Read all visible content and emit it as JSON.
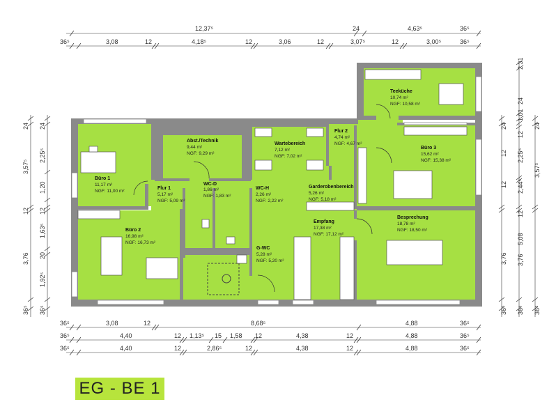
{
  "title": "EG - BE 1",
  "colors": {
    "wall": "#8a8a8a",
    "floor": "#a6e043",
    "dimension": "#333333",
    "title_bg": "#b7e43c"
  },
  "rooms": {
    "teekueche": {
      "name": "Teeküche",
      "area": "10,74 m²",
      "ngf": "NGF: 10,58 m²"
    },
    "flur2": {
      "name": "Flur 2",
      "area": "4,74 m²",
      "ngf": "NGF: 4,67 m²"
    },
    "buero1": {
      "name": "Büro 1",
      "area": "11,17 m²",
      "ngf": "NGF: 11,00 m²"
    },
    "abst": {
      "name": "Abst./Technik",
      "area": "9,44 m²",
      "ngf": "NGF: 9,29 m²"
    },
    "warte": {
      "name": "Wartebereich",
      "area": "7,12 m²",
      "ngf": "NGF: 7,02 m²"
    },
    "buero3": {
      "name": "Büro 3",
      "area": "15,62 m²",
      "ngf": "NGF: 15,38 m²"
    },
    "flur1": {
      "name": "Flur 1",
      "area": "5,17 m²",
      "ngf": "NGF: 5,09 m²"
    },
    "wcd": {
      "name": "WC-D",
      "area": "1,86 m²",
      "ngf": "NGF: 1,83 m²"
    },
    "wch": {
      "name": "WC-H",
      "area": "2,26 m²",
      "ngf": "NGF: 2,22 m²"
    },
    "garderobe": {
      "name": "Garderobenbereich",
      "area": "5,26 m²",
      "ngf": "NGF: 5,18 m²"
    },
    "buero2": {
      "name": "Büro 2",
      "area": "16,98 m²",
      "ngf": "NGF: 16,73 m²"
    },
    "empfang": {
      "name": "Empfang",
      "area": "17,38 m²",
      "ngf": "NGF: 17,12 m²"
    },
    "besprechung": {
      "name": "Besprechung",
      "area": "18,78 m²",
      "ngf": "NGF: 18,50 m²"
    },
    "gwc": {
      "name": "G-WC",
      "area": "5,28 m²",
      "ngf": "NGF: 5,20 m²"
    }
  },
  "dimensions": {
    "top1": [
      "12,37⁵",
      "24",
      "4,63⁵",
      "36⁵"
    ],
    "top2": [
      "36⁵",
      "3,08",
      "12",
      "4,18⁵",
      "12",
      "3,06",
      "12",
      "3,07⁵",
      "12",
      "3,00⁵",
      "36⁵"
    ],
    "bottom1": [
      "36⁵",
      "3,08",
      "12",
      "8,68⁵",
      "4,88",
      "36⁵"
    ],
    "bottom2": [
      "36⁵",
      "4,40",
      "12",
      "1,13⁵",
      "15",
      "1,58",
      "12",
      "4,38",
      "12",
      "4,88",
      "36⁵"
    ],
    "bottom3": [
      "36⁵",
      "4,40",
      "12",
      "2,86⁵",
      "12",
      "4,38",
      "12",
      "4,88",
      "36⁵"
    ],
    "left1": [
      "24",
      "3,57⁵",
      "12",
      "3,76",
      "36⁵"
    ],
    "left2": [
      "24",
      "2,25⁵",
      "1,20",
      "12",
      "1,63⁵",
      "20",
      "1,92⁵",
      "36⁵"
    ],
    "right1": [
      "24",
      "2,31",
      "24",
      "1,01",
      "12",
      "2,25⁵",
      "12",
      "2,44⁵",
      "12",
      "3,76",
      "36⁵"
    ],
    "right2": [
      "24",
      "3,57⁵",
      "12",
      "5,08",
      "3,76",
      "36⁵"
    ],
    "right3": [
      "36⁵"
    ]
  }
}
